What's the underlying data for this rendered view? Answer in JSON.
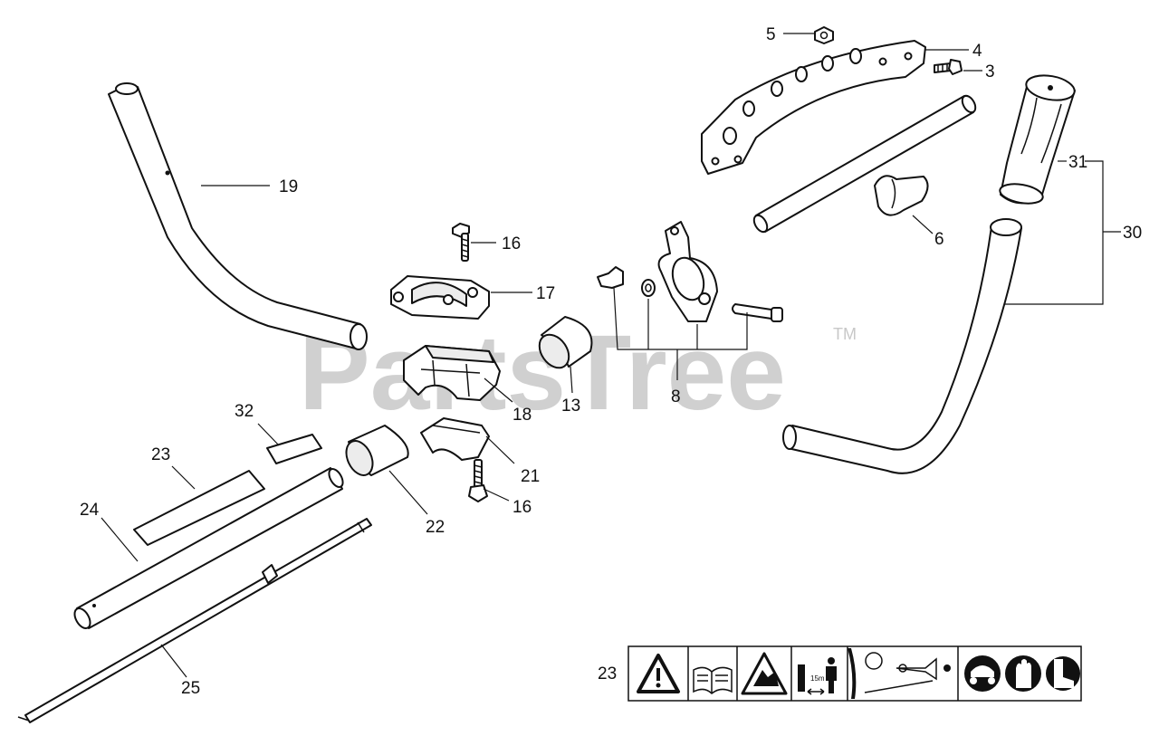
{
  "watermark": {
    "text": "PartsTree",
    "trademark": "TM"
  },
  "callouts": [
    {
      "id": "c3",
      "label": "3"
    },
    {
      "id": "c4",
      "label": "4"
    },
    {
      "id": "c5",
      "label": "5"
    },
    {
      "id": "c6",
      "label": "6"
    },
    {
      "id": "c8",
      "label": "8"
    },
    {
      "id": "c13",
      "label": "13"
    },
    {
      "id": "c16a",
      "label": "16"
    },
    {
      "id": "c16b",
      "label": "16"
    },
    {
      "id": "c17",
      "label": "17"
    },
    {
      "id": "c18",
      "label": "18"
    },
    {
      "id": "c19",
      "label": "19"
    },
    {
      "id": "c21",
      "label": "21"
    },
    {
      "id": "c22",
      "label": "22"
    },
    {
      "id": "c23a",
      "label": "23"
    },
    {
      "id": "c23b",
      "label": "23"
    },
    {
      "id": "c24",
      "label": "24"
    },
    {
      "id": "c25",
      "label": "25"
    },
    {
      "id": "c30",
      "label": "30"
    },
    {
      "id": "c31",
      "label": "31"
    },
    {
      "id": "c32",
      "label": "32"
    }
  ],
  "decal": {
    "label_text": "15m",
    "icons": [
      "warning-triangle-icon",
      "read-manual-icon",
      "thrown-object-warning-icon",
      "person-distance-icon",
      "blade-kickback-icon",
      "eye-ear-protection-icon",
      "gloves-icon",
      "boots-icon"
    ]
  }
}
